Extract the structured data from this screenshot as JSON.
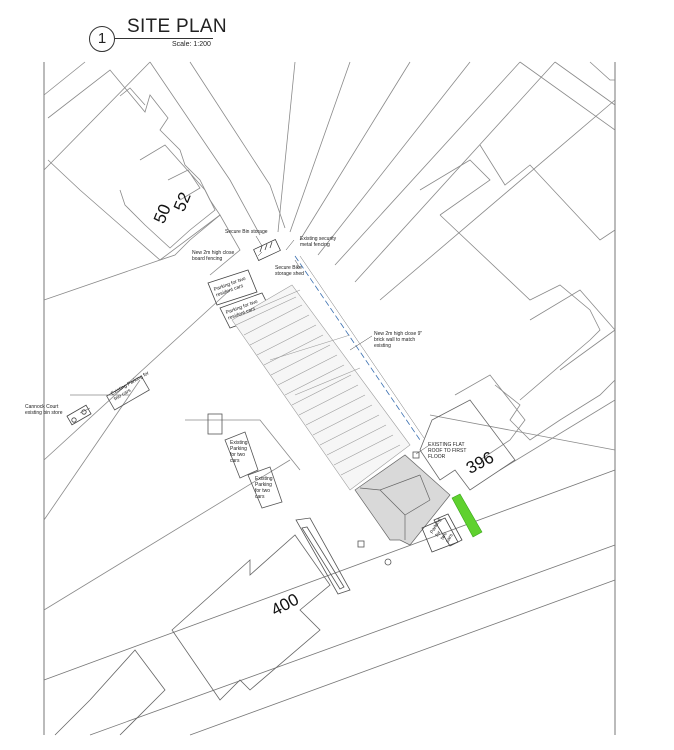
{
  "title_block": {
    "number": "1",
    "title": "SITE PLAN",
    "scale": "Scale: 1:200"
  },
  "house_numbers": [
    "50",
    "52",
    "396",
    "400"
  ],
  "annotations": {
    "secure_bin_storage": "Secure Bin storage",
    "existing_security_fencing": "Existing security metal fencing",
    "new_board_fencing": "New 2m high close board fencing",
    "secure_bike_storage": "Secure Bike storage shed",
    "parking_two_resident_cars_1": "Parking for two resident cars",
    "parking_two_resident_cars_2": "Parking for two resident cars",
    "new_brick_wall": "New 2m high close 9\" brick wall to match existing",
    "cannock_court_bin_store": "Cannock Court existing bin store",
    "existing_parking_two_cars_left": "Existing Parking for two cars",
    "existing_parking_two_cars_a": "Existing Parking for two cars",
    "existing_parking_two_cars_b": "Existing Parking for two cars",
    "existing_flat_roof": "EXISTING FLAT ROOF TO FIRST FLOOR",
    "parking_front": "Parking for two cars"
  },
  "colors": {
    "line": "#8a8a8a",
    "ink": "#333333",
    "hedge": "#5fd12e",
    "roof": "#d9d9d9",
    "fence_blue": "#3a6fb0"
  }
}
